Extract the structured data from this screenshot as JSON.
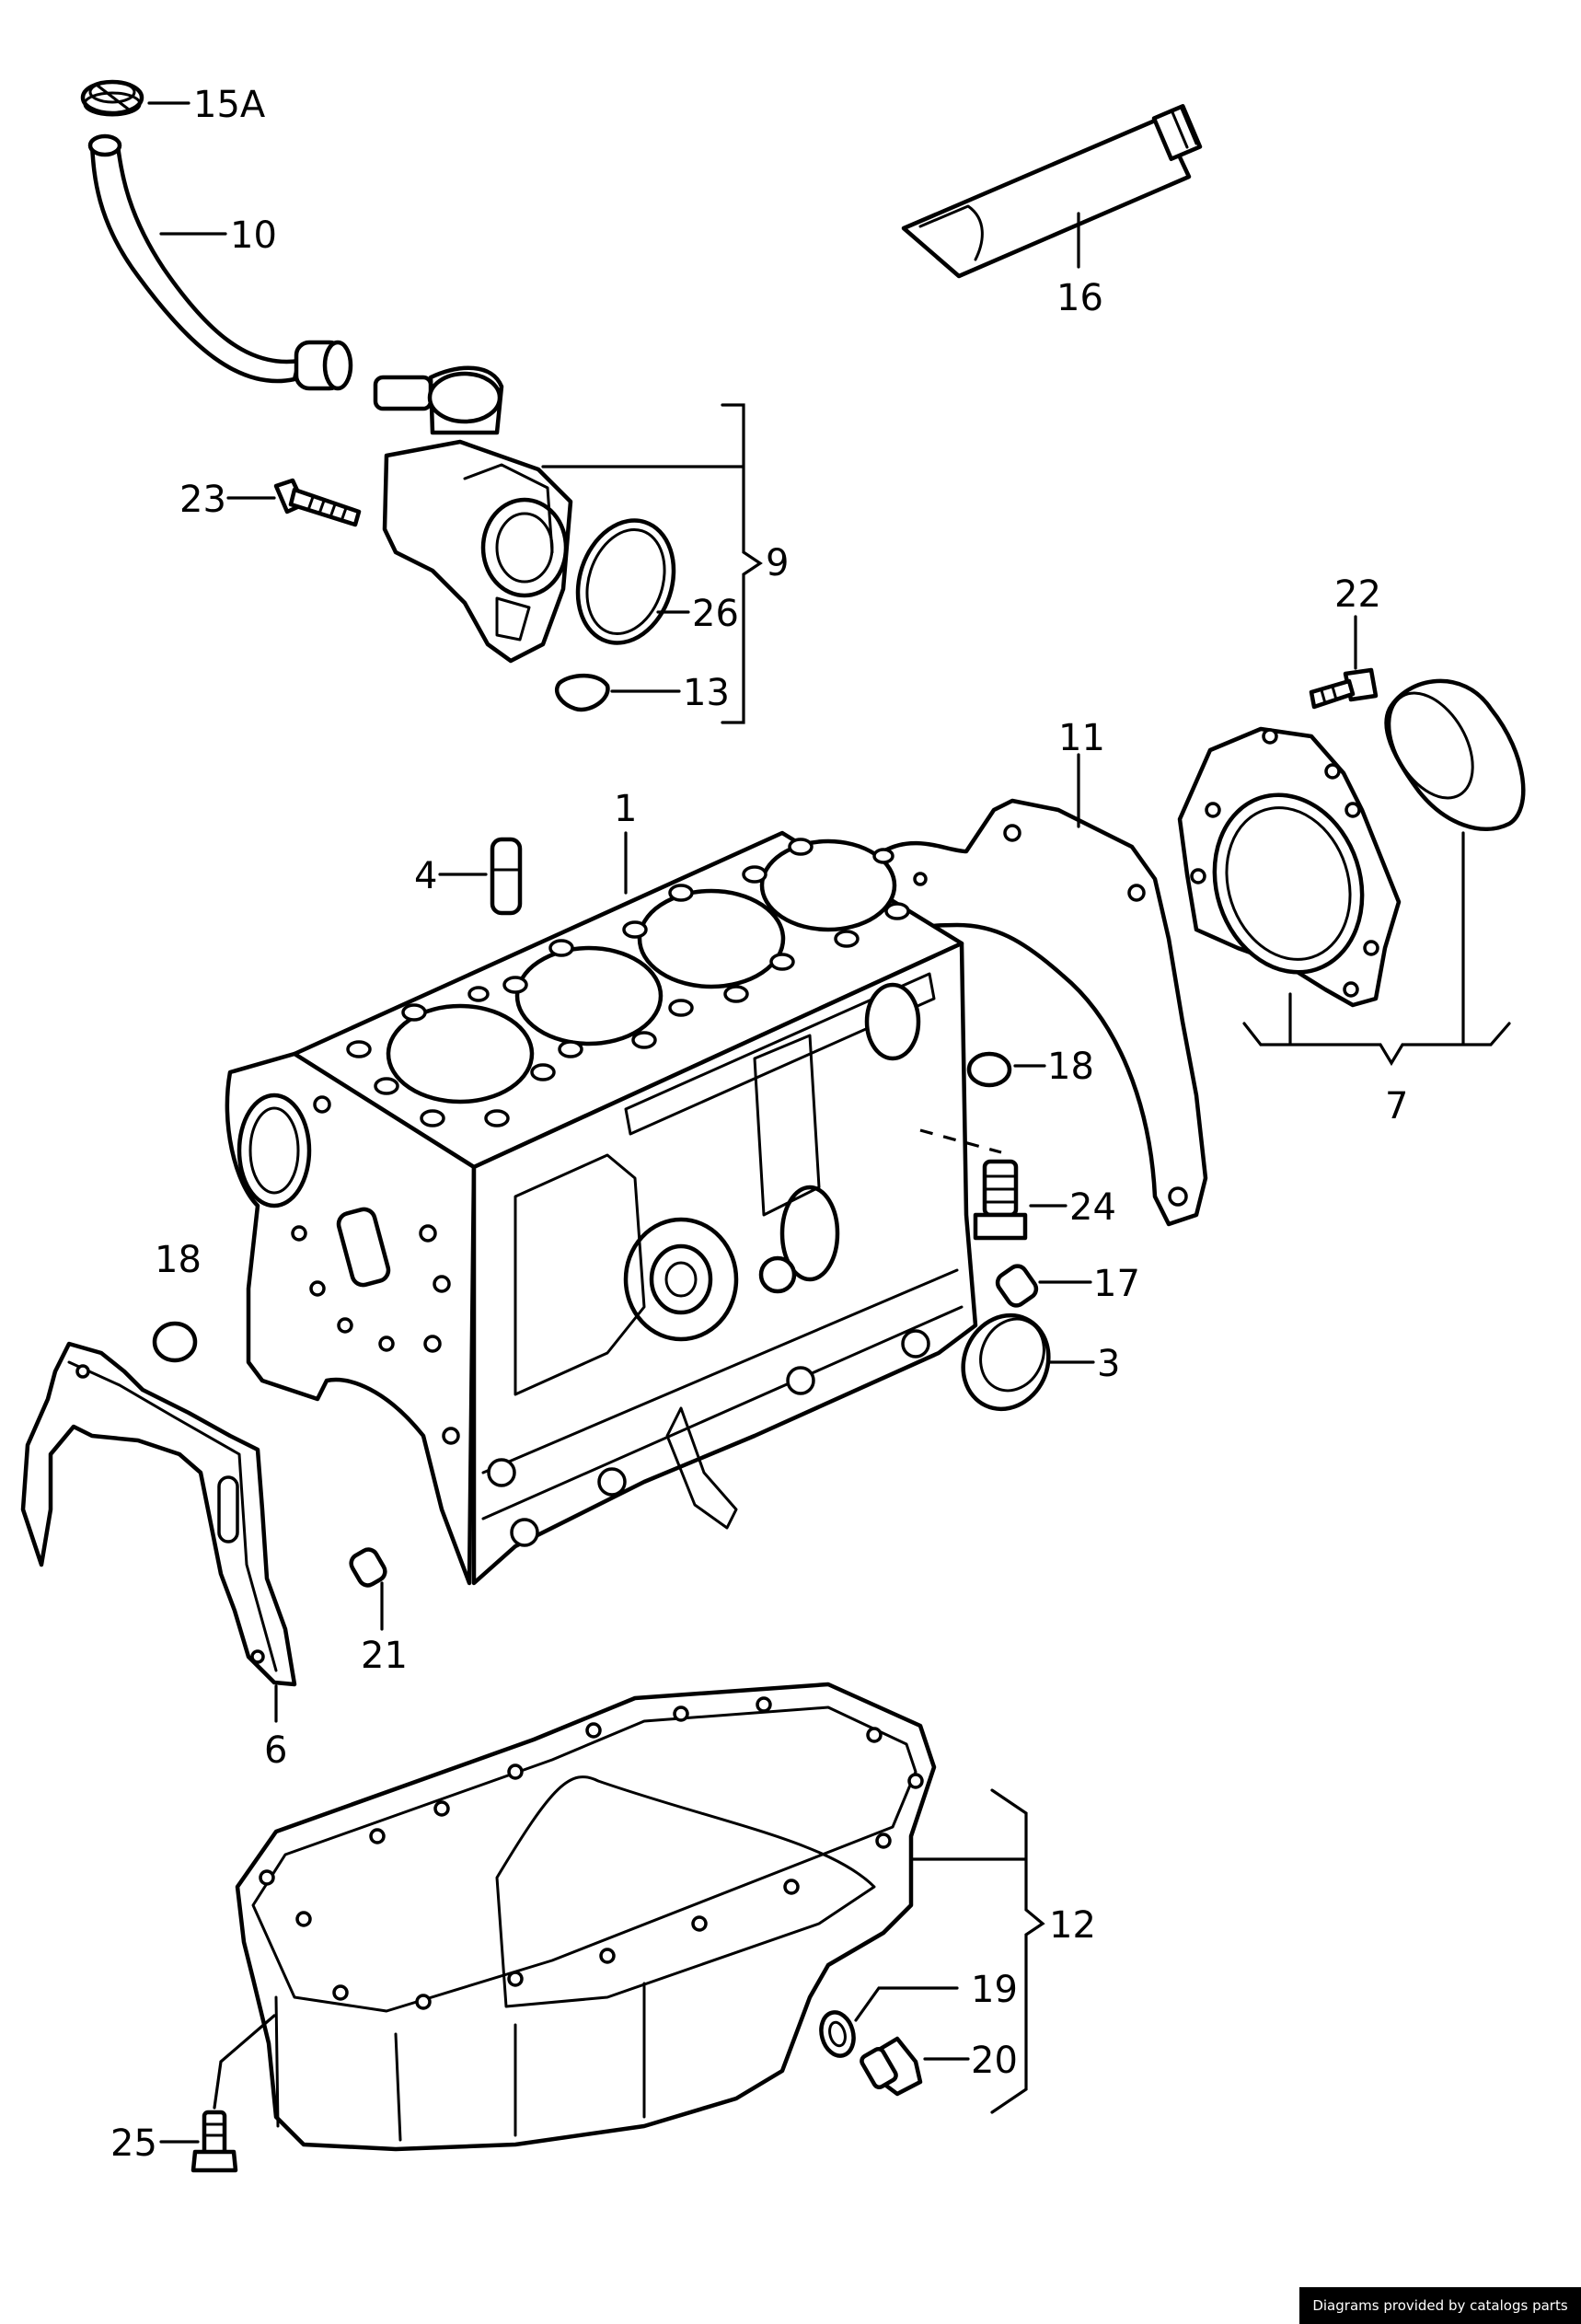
{
  "labels": {
    "p1": "1",
    "p3": "3",
    "p4": "4",
    "p6": "6",
    "p7": "7",
    "p9": "9",
    "p10": "10",
    "p11": "11",
    "p12": "12",
    "p13": "13",
    "p15a": "15A",
    "p16": "16",
    "p17": "17",
    "p18a": "18",
    "p18b": "18",
    "p19": "19",
    "p20": "20",
    "p21": "21",
    "p22": "22",
    "p23": "23",
    "p24": "24",
    "p25": "25",
    "p26": "26"
  },
  "footer": {
    "credit": "Diagrams provided by catalogs parts"
  }
}
